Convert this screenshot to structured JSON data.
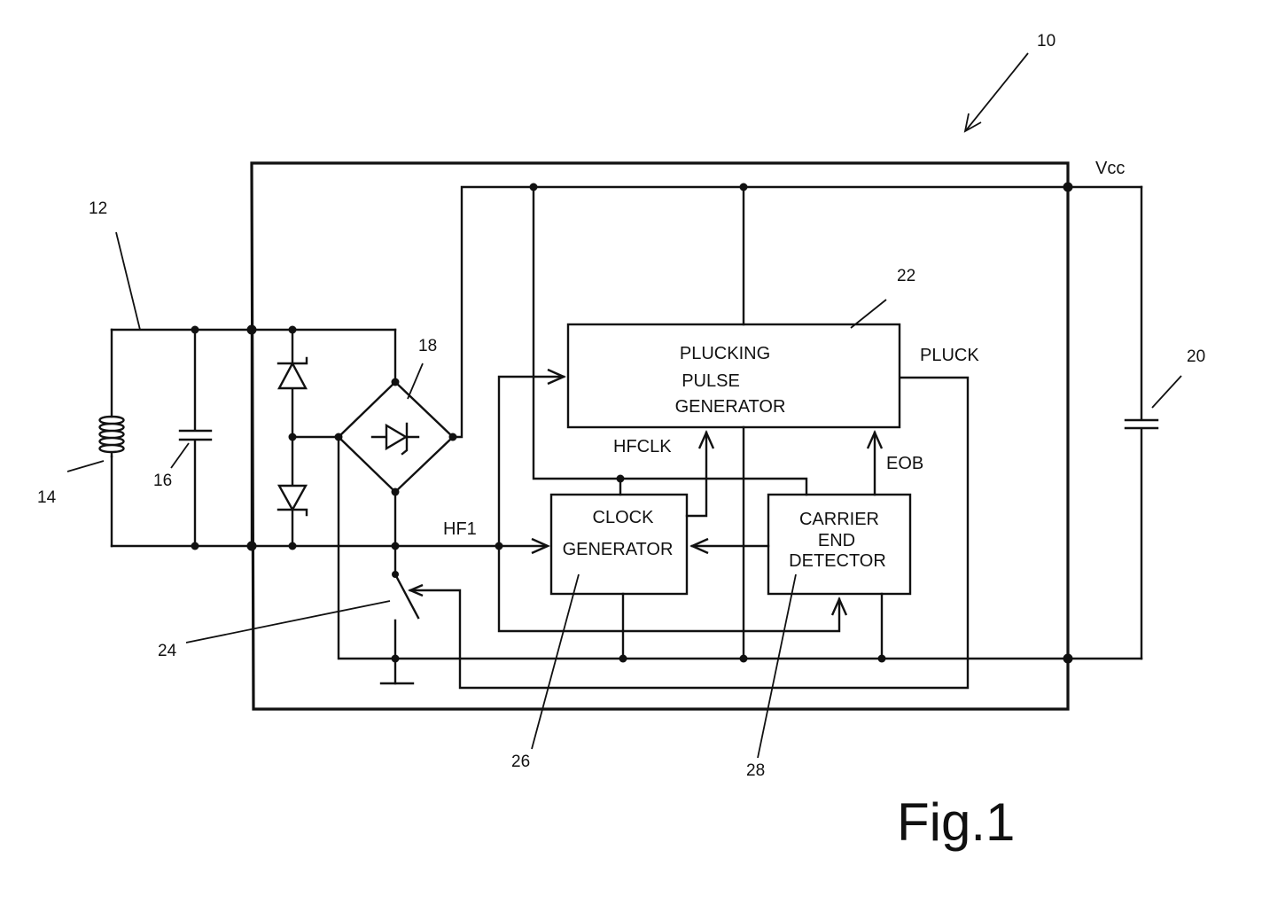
{
  "figure_label": "Fig.1",
  "reference_numerals": {
    "device": "10",
    "antenna_line": "12",
    "coil": "14",
    "tuning_capacitor": "16",
    "rectifier_bridge": "18",
    "storage_capacitor": "20",
    "plucking_block": "22",
    "switch": "24",
    "clock_block": "26",
    "carrier_block": "28"
  },
  "signals": {
    "supply": "Vcc",
    "hf_input": "HF1",
    "hf_clock": "HFCLK",
    "end_of_burst": "EOB",
    "pluck": "PLUCK"
  },
  "blocks": {
    "plucking": {
      "line1": "PLUCKING",
      "line2": "PULSE",
      "line3": "GENERATOR"
    },
    "clock": {
      "line1": "CLOCK",
      "line2": "GENERATOR"
    },
    "carrier": {
      "line1": "CARRIER",
      "line2": "END",
      "line3": "DETECTOR"
    }
  }
}
